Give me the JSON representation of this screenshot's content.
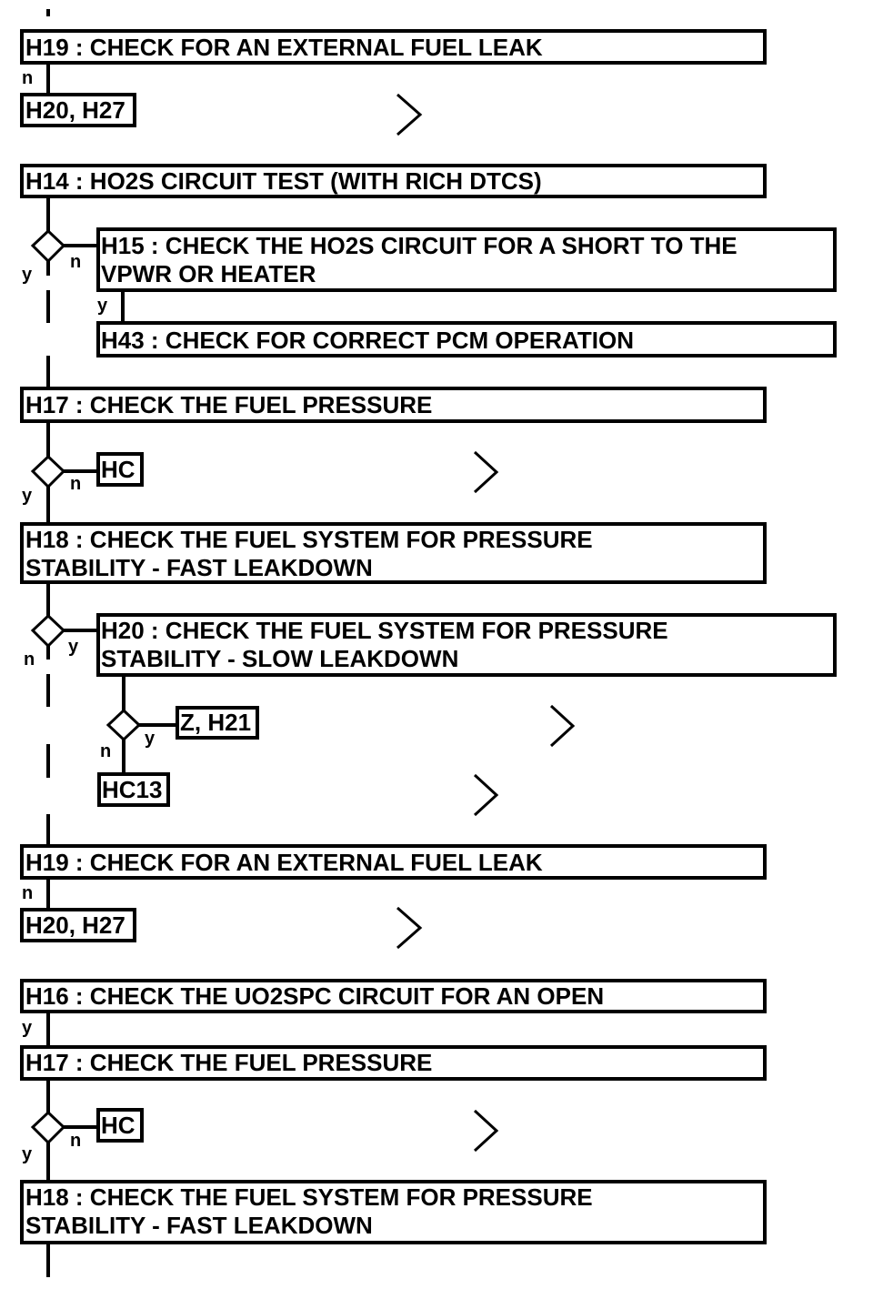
{
  "steps": [
    {
      "id": "h19-a",
      "lines": [
        "H19 : CHECK FOR AN EXTERNAL FUEL LEAK"
      ]
    },
    {
      "id": "ref-h20-h27-a",
      "lines": [
        "H20, H27"
      ]
    },
    {
      "id": "h14",
      "lines": [
        "H14 : HO2S CIRCUIT TEST (WITH RICH DTCS)"
      ]
    },
    {
      "id": "h15",
      "lines": [
        "H15 : CHECK THE HO2S CIRCUIT FOR A SHORT TO THE",
        "VPWR OR HEATER"
      ]
    },
    {
      "id": "h43",
      "lines": [
        "H43 : CHECK FOR CORRECT PCM OPERATION"
      ]
    },
    {
      "id": "h17-a",
      "lines": [
        "H17 : CHECK THE FUEL PRESSURE"
      ]
    },
    {
      "id": "ref-hc-a",
      "lines": [
        "HC"
      ]
    },
    {
      "id": "h18-a",
      "lines": [
        "H18 : CHECK THE FUEL SYSTEM FOR PRESSURE",
        "STABILITY - FAST LEAKDOWN"
      ]
    },
    {
      "id": "h20",
      "lines": [
        "H20 : CHECK THE FUEL SYSTEM FOR PRESSURE",
        "STABILITY - SLOW LEAKDOWN"
      ]
    },
    {
      "id": "ref-z-h21",
      "lines": [
        "Z, H21"
      ]
    },
    {
      "id": "ref-hc13",
      "lines": [
        "HC13"
      ]
    },
    {
      "id": "h19-b",
      "lines": [
        "H19 : CHECK FOR AN EXTERNAL FUEL LEAK"
      ]
    },
    {
      "id": "ref-h20-h27-b",
      "lines": [
        "H20, H27"
      ]
    },
    {
      "id": "h16",
      "lines": [
        "H16 : CHECK THE UO2SPC CIRCUIT FOR AN OPEN"
      ]
    },
    {
      "id": "h17-b",
      "lines": [
        "H17 : CHECK THE FUEL PRESSURE"
      ]
    },
    {
      "id": "ref-hc-b",
      "lines": [
        "HC"
      ]
    },
    {
      "id": "h18-b",
      "lines": [
        "H18 : CHECK THE FUEL SYSTEM FOR PRESSURE",
        "STABILITY - FAST LEAKDOWN"
      ]
    }
  ],
  "branch_labels": {
    "n": "n",
    "y": "y"
  },
  "colors": {
    "line": "#000000",
    "background": "#ffffff"
  }
}
